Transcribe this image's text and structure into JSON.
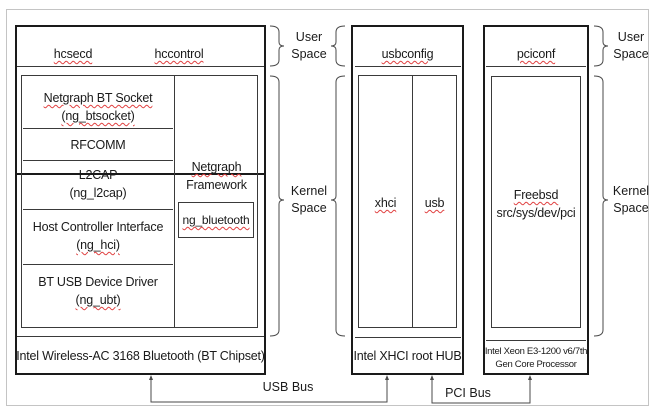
{
  "diagram": {
    "layer_labels": {
      "user_space": "User Space",
      "kernel_space": "Kernel Space"
    },
    "bluetooth_stack": {
      "user_space_items": [
        "hcsecd",
        "hccontrol"
      ],
      "kernel_layers": [
        {
          "name": "Netgraph BT Socket",
          "module": "(ng_btsocket)"
        },
        {
          "name": "RFCOMM",
          "module": ""
        },
        {
          "name": "L2CAP",
          "module": "(ng_l2cap)"
        },
        {
          "name": "Host Controller Interface",
          "module": "(ng_hci)"
        },
        {
          "name": "BT USB Device Driver",
          "module": "(ng_ubt)"
        }
      ],
      "framework": {
        "title_line1": "Netgraph",
        "title_line2": "Framework",
        "module": "ng_bluetooth"
      },
      "hardware": "Intel Wireless-AC 3168 Bluetooth (BT Chipset)"
    },
    "usb_stack": {
      "user_space_item": "usbconfig",
      "kernel_modules": [
        "xhci",
        "usb"
      ],
      "hardware": "Intel XHCI root HUB"
    },
    "pci_stack": {
      "user_space_item": "pciconf",
      "kernel_module_line1": "Freebsd",
      "kernel_module_line2": "src/sys/dev/pci",
      "hardware_line1": "Intel Xeon E3-1200 v6/7th",
      "hardware_line2": "Gen Core Processor"
    },
    "buses": {
      "usb": "USB Bus",
      "pci": "PCI Bus"
    }
  }
}
